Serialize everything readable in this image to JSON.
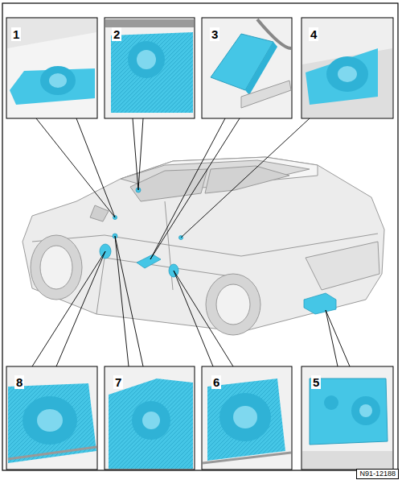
{
  "diagram": {
    "labels": [
      "1",
      "2",
      "3",
      "4",
      "8",
      "7",
      "6",
      "5",
      "N91-12188"
    ]
  }
}
